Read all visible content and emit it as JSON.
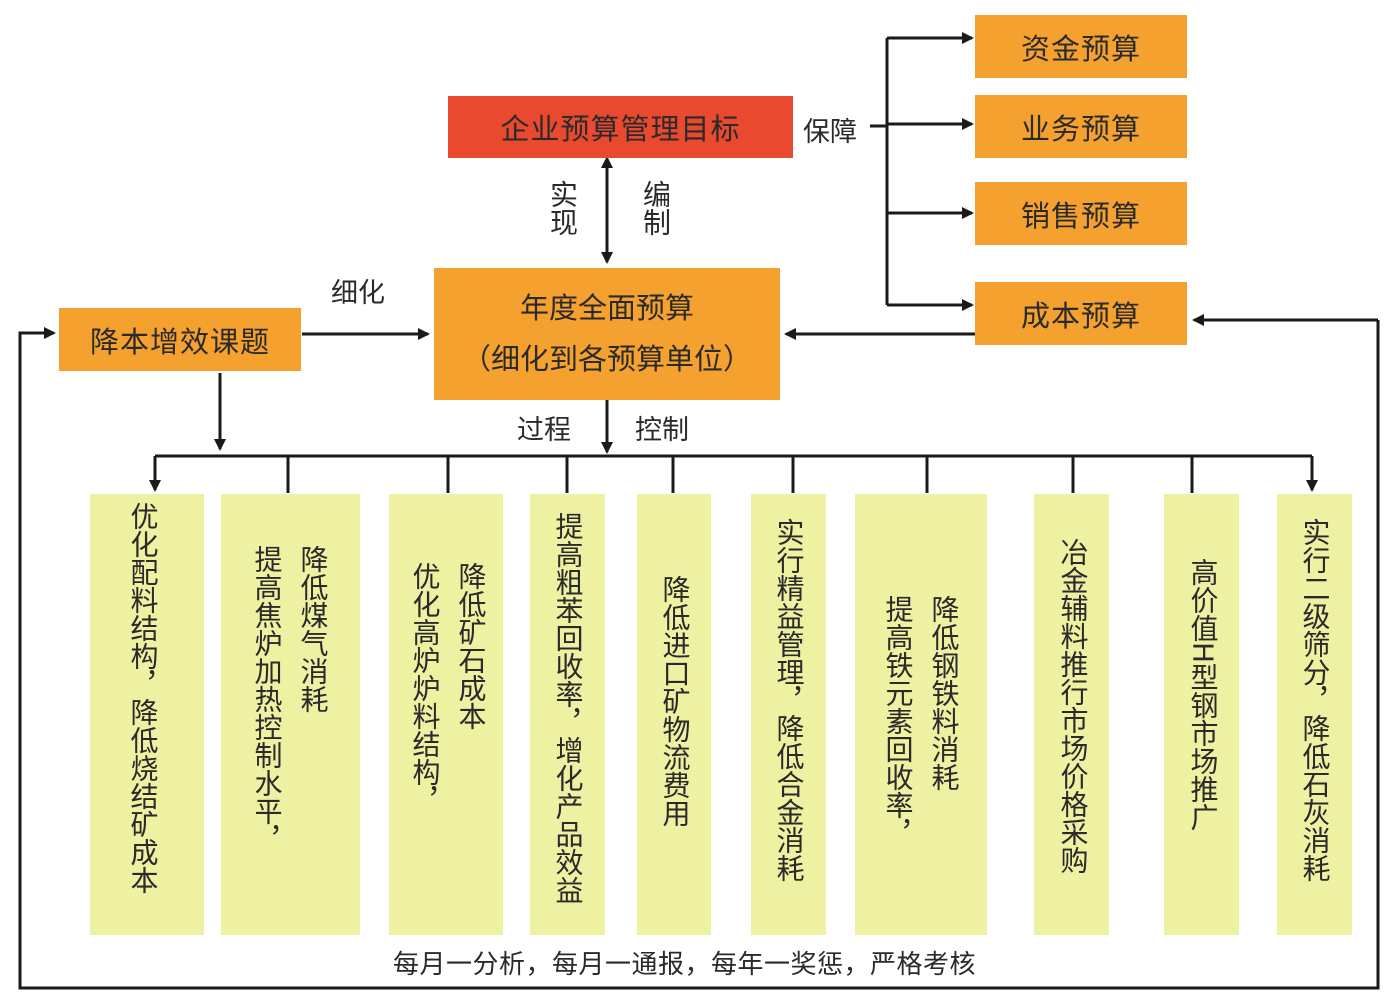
{
  "top_goal": "企业预算管理目标",
  "annual_budget": {
    "line1": "年度全面预算",
    "line2": "（细化到各预算单位）"
  },
  "cost_topics": "降本增效课题",
  "budgets": [
    "资金预算",
    "业务预算",
    "销售预算",
    "成本预算"
  ],
  "labels": {
    "guarantee": "保障",
    "realize": "实现",
    "compile": "编制",
    "refine": "细化",
    "process": "过程",
    "control": "控制"
  },
  "measures": [
    [
      "优化配料结构，降低烧结矿成本"
    ],
    [
      "降低煤气消耗",
      "提高焦炉加热控制水平，"
    ],
    [
      "降低矿石成本",
      "优化高炉炉料结构，"
    ],
    [
      "提高粗苯回收率，增化产品效益"
    ],
    [
      "降低进口矿物流费用"
    ],
    [
      "实行精益管理，降低合金消耗"
    ],
    [
      "降低钢铁料消耗",
      "提高铁元素回收率，"
    ],
    [
      "冶金辅料推行市场价格采购"
    ],
    [
      "高价值H型钢市场推广"
    ],
    [
      "实行二级筛分，降低石灰消耗"
    ]
  ],
  "footer": "每月一分析，每月一通报，每年一奖惩，严格考核",
  "colors": {
    "orange": "#f5a12f",
    "red": "#e94a2f",
    "green": "#eef0a2",
    "line": "#1a1a1a"
  }
}
